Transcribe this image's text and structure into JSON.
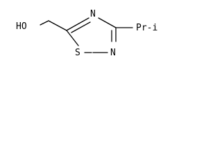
{
  "molecule": {
    "atoms": {
      "hydroxyl": "HO",
      "ring_n_top": "N",
      "ring_n_bottom": "N",
      "ring_s": "S",
      "substituent": "Pr-i"
    },
    "colors": {
      "ink": "#000000",
      "background": "#ffffff"
    }
  }
}
